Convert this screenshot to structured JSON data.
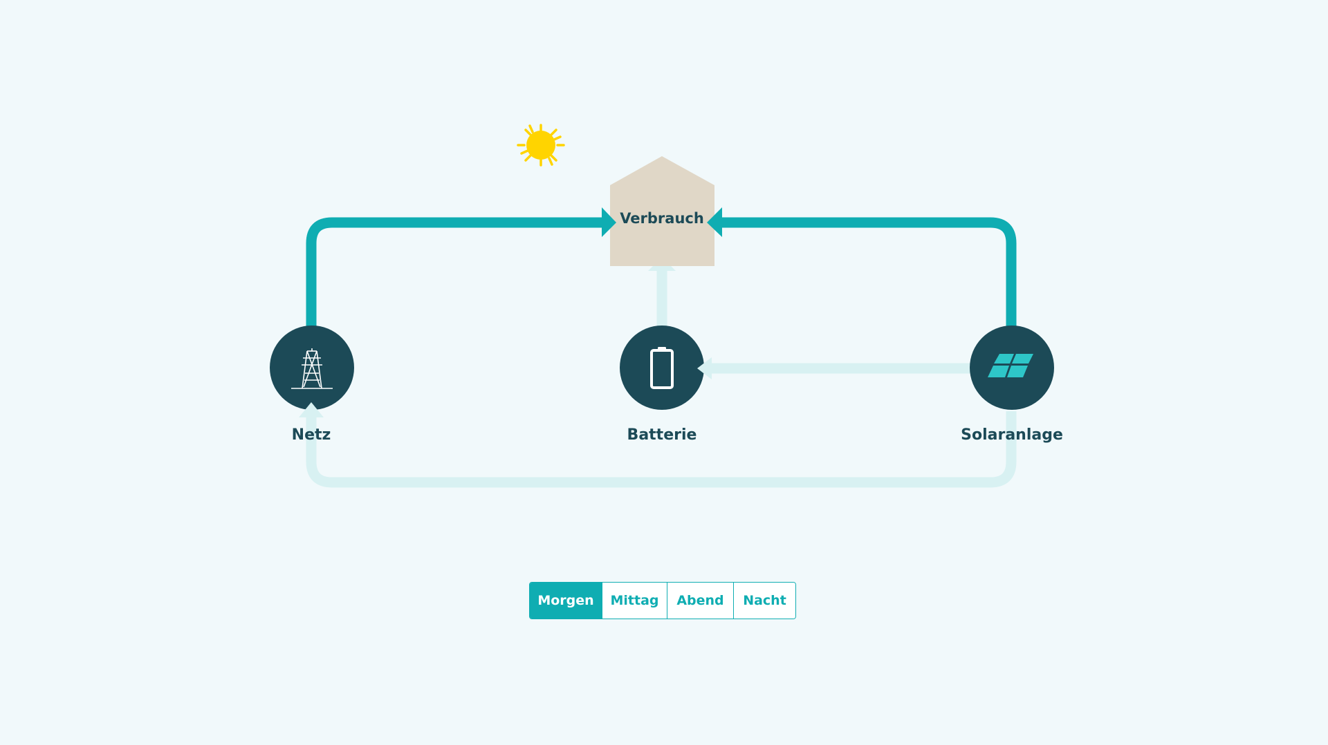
{
  "nodes": {
    "consumption": "Verbrauch",
    "grid": "Netz",
    "battery": "Batterie",
    "solar": "Solaranlage"
  },
  "tabs": [
    {
      "label": "Morgen",
      "active": true
    },
    {
      "label": "Mittag",
      "active": false
    },
    {
      "label": "Abend",
      "active": false
    },
    {
      "label": "Nacht",
      "active": false
    }
  ],
  "flows": [
    {
      "from": "grid",
      "to": "consumption",
      "active": true
    },
    {
      "from": "solar",
      "to": "consumption",
      "active": true
    },
    {
      "from": "battery",
      "to": "consumption",
      "active": false
    },
    {
      "from": "solar",
      "to": "battery",
      "active": false
    },
    {
      "from": "solar",
      "to": "grid",
      "active": false
    }
  ],
  "colors": {
    "background": "#f1f9fb",
    "active_flow": "#0fadb2",
    "inactive_flow": "#d8f1f2",
    "node": "#1c4a57",
    "house": "#e0d7c7",
    "sun": "#ffd400",
    "text": "#1c4a57"
  },
  "icons": {
    "grid": "power-tower-icon",
    "battery": "battery-icon",
    "solar": "solar-panel-icon",
    "weather": "sun-icon"
  }
}
